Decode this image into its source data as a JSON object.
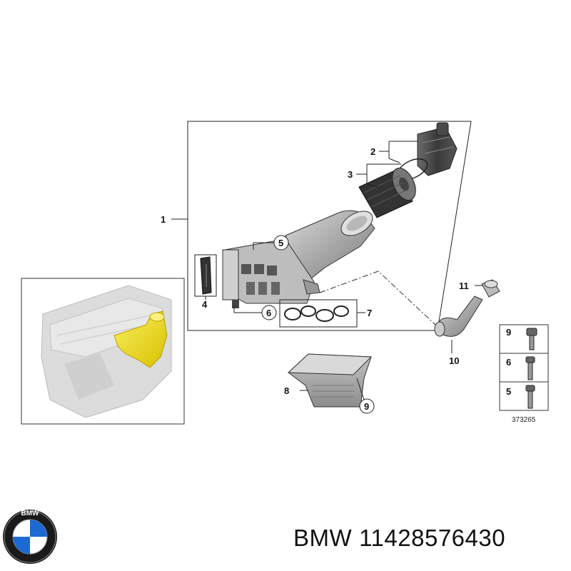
{
  "diagram": {
    "reference_number": "373265",
    "callouts": {
      "c1": "1",
      "c2": "2",
      "c3": "3",
      "c4": "4",
      "c5": "5",
      "c6": "6",
      "c7": "7",
      "c8": "8",
      "c9": "9",
      "c10": "10",
      "c11": "11"
    },
    "fastener_legend": [
      "9",
      "6",
      "5"
    ]
  },
  "footer": {
    "brand": "BMW",
    "part_number": "11428576430",
    "logo_text": "BMW"
  },
  "colors": {
    "highlight": "#f2e01a",
    "engine_gray": "#d6d6d6",
    "part_gray": "#9a9a9a",
    "bmw_blue": "#1c69d4",
    "bmw_ring": "#1a1a1a"
  }
}
